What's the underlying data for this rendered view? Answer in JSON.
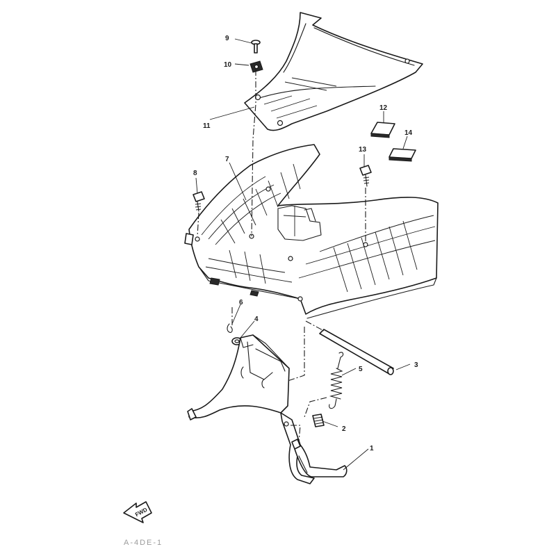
{
  "diagram": {
    "callouts": [
      {
        "id": "1",
        "label": "1"
      },
      {
        "id": "2",
        "label": "2"
      },
      {
        "id": "3",
        "label": "3"
      },
      {
        "id": "4",
        "label": "4"
      },
      {
        "id": "5",
        "label": "5"
      },
      {
        "id": "6",
        "label": "6"
      },
      {
        "id": "7",
        "label": "7"
      },
      {
        "id": "8",
        "label": "8"
      },
      {
        "id": "9",
        "label": "9"
      },
      {
        "id": "10",
        "label": "10"
      },
      {
        "id": "11",
        "label": "11"
      },
      {
        "id": "12",
        "label": "12"
      },
      {
        "id": "13",
        "label": "13"
      },
      {
        "id": "14",
        "label": "14"
      }
    ],
    "fwd_label": "FWD",
    "drawing_code": "A-4DE-1"
  }
}
